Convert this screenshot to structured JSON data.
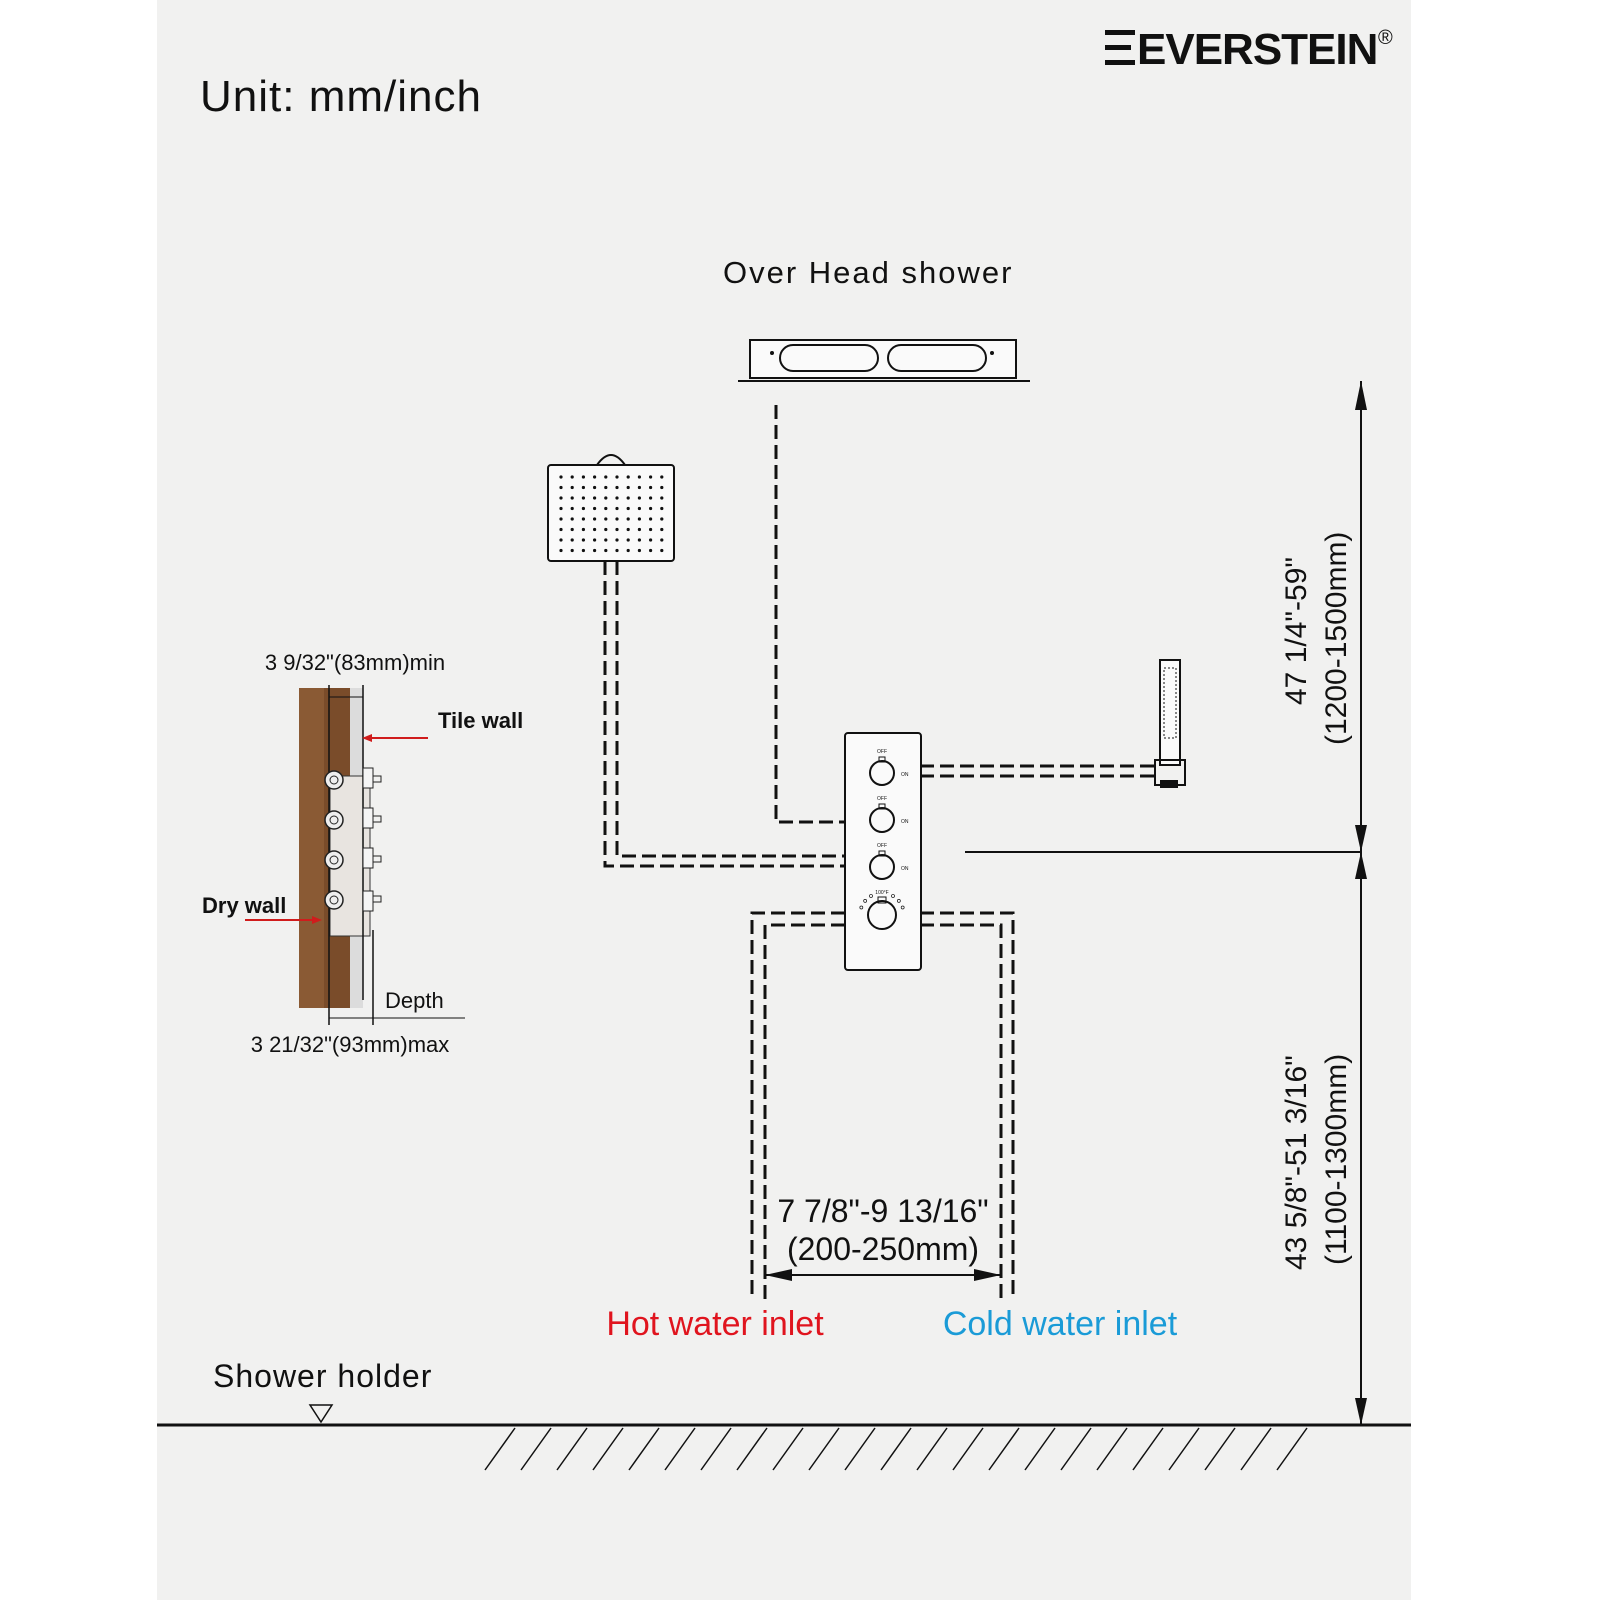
{
  "brand": {
    "name": "EVERSTEIN",
    "mark": "®"
  },
  "unit_label": "Unit: mm/inch",
  "overhead_label": "Over Head shower",
  "wall_section": {
    "min_depth": "3 9/32\"(83mm)min",
    "tile_wall": "Tile wall",
    "dry_wall": "Dry wall",
    "depth": "Depth",
    "max_depth": "3 21/32\"(93mm)max"
  },
  "dimensions": {
    "upper_in": "47 1/4\"-59\"",
    "upper_mm": "(1200-1500mm)",
    "lower_in": "43 5/8\"-51  3/16\"",
    "lower_mm": "(1100-1300mm)",
    "inlet_in": "7 7/8\"-9 13/16\"",
    "inlet_mm": "(200-250mm)"
  },
  "inlets": {
    "hot": "Hot water inlet",
    "cold": "Cold water inlet",
    "hot_color": "#e0141e",
    "cold_color": "#1a9bd7"
  },
  "shower_holder": "Shower holder",
  "panel": {
    "off": "OFF",
    "on": "ON",
    "temp": "100°F"
  }
}
